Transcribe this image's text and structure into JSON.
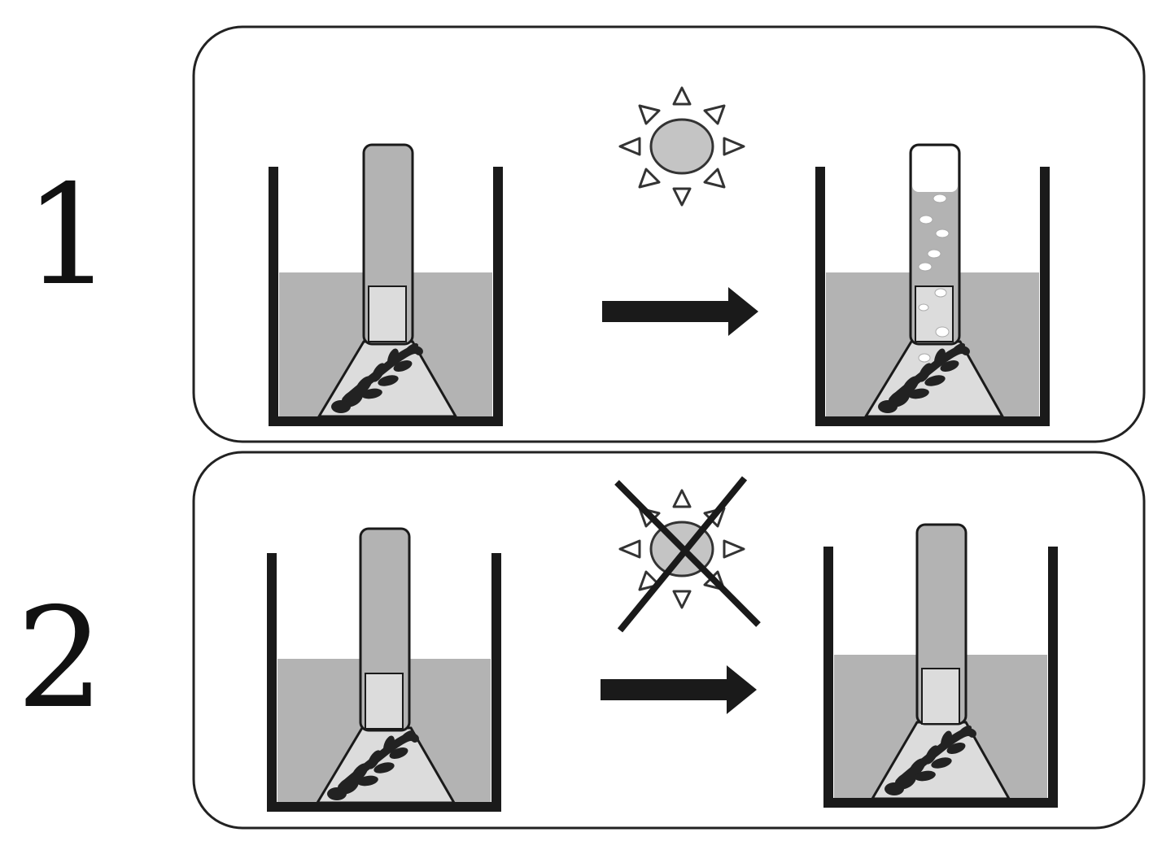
{
  "panels": [
    {
      "label": "1",
      "light": "on",
      "result": "gas-bubbles-collect"
    },
    {
      "label": "2",
      "light": "off",
      "result": "no-change"
    }
  ],
  "colors": {
    "water": "#b3b3b3",
    "funnel": "#dcdcdc",
    "tube_filled": "#b3b3b3",
    "tube_gas": "#ffffff",
    "outline": "#1a1a1a",
    "sun_fill": "#c4c4c4",
    "plant": "#222222"
  }
}
